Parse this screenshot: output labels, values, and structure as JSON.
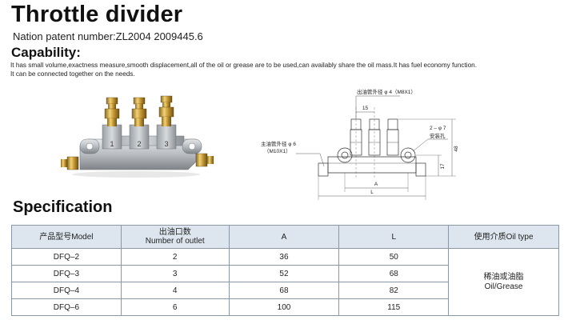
{
  "title": "Throttle divider",
  "patent": "Nation patent number:ZL2004 2009445.6",
  "capability": {
    "heading": "Capability:",
    "line1": "It has small volume,exactness measure,smooth displacement,all of the oil or grease are to be  used,can availably share the oil mass.It has   fuel economy function.",
    "line2": "It can be connected together on the needs."
  },
  "photo": {
    "outlet_numbers": [
      "1",
      "2",
      "3"
    ]
  },
  "drawing": {
    "outlet_label": "出油管外径 φ 4（M8X1）",
    "main_label_1": "主油管外径 φ 6",
    "main_label_2": "（M10X1）",
    "pitch": "15",
    "hole_label": "2 – φ 7",
    "mount_label": "安装孔",
    "height": "48",
    "hole_height": "17",
    "dim_a": "A",
    "dim_l": "L"
  },
  "specification": {
    "heading": "Specification",
    "headers": {
      "model": "产品型号Model",
      "outlet_cn": "出油口数",
      "outlet_en": "Number of outlet",
      "a": "A",
      "l": "L",
      "medium": "使用介质Oil type"
    },
    "rows": [
      {
        "model": "DFQ–2",
        "outlets": "2",
        "a": "36",
        "l": "50"
      },
      {
        "model": "DFQ–3",
        "outlets": "3",
        "a": "52",
        "l": "68"
      },
      {
        "model": "DFQ–4",
        "outlets": "4",
        "a": "68",
        "l": "82"
      },
      {
        "model": "DFQ–6",
        "outlets": "6",
        "a": "100",
        "l": "115"
      }
    ],
    "medium_cn": "稀油或油脂",
    "medium_en": "Oil/Grease"
  }
}
